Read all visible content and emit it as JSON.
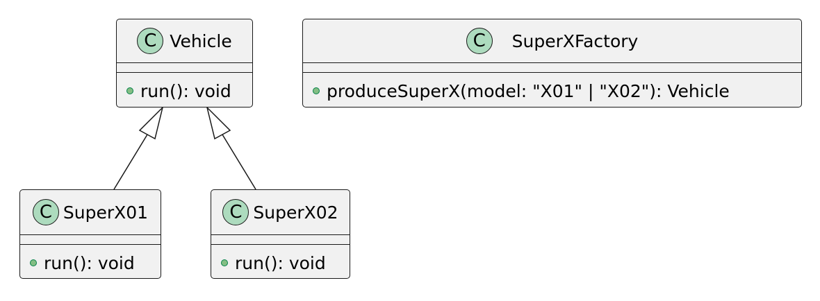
{
  "diagram": {
    "classes": {
      "vehicle": {
        "stereotype_letter": "C",
        "name": "Vehicle",
        "methods": [
          "run(): void"
        ]
      },
      "factory": {
        "stereotype_letter": "C",
        "name": "SuperXFactory",
        "methods": [
          "produceSuperX(model: \"X01\" | \"X02\"): Vehicle"
        ]
      },
      "x01": {
        "stereotype_letter": "C",
        "name": "SuperX01",
        "methods": [
          "run(): void"
        ]
      },
      "x02": {
        "stereotype_letter": "C",
        "name": "SuperX02",
        "methods": [
          "run(): void"
        ]
      }
    },
    "relations": [
      {
        "type": "inheritance",
        "from": "SuperX01",
        "to": "Vehicle"
      },
      {
        "type": "inheritance",
        "from": "SuperX02",
        "to": "Vehicle"
      }
    ],
    "colors": {
      "class_fill": "#f1f1f1",
      "border": "#181818",
      "badge_fill": "#addbbe",
      "public_dot_fill": "#84be84",
      "public_dot_border": "#038048"
    }
  }
}
